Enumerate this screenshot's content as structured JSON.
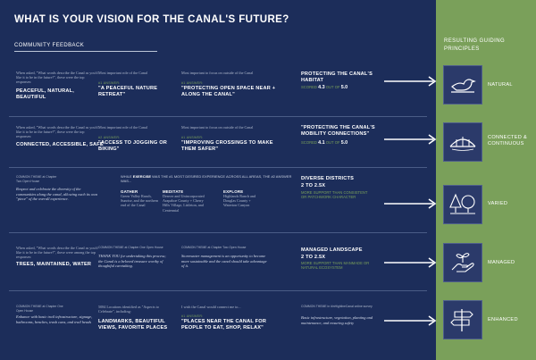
{
  "title": "WHAT IS YOUR VISION FOR THE CANAL'S FUTURE?",
  "community_feedback": "COMMUNITY FEEDBACK",
  "resulting_guiding_principles": "RESULTING GUIDING PRINCIPLES",
  "rows": [
    {
      "principle": "NATURAL",
      "icon": "bird-icon",
      "q1": "When asked, \"What words describe the Canal as you'd like it to be in the future?\", these were the top responses:",
      "a1": "PEACEFUL, NATURAL, BEAUTIFUL",
      "q2": "Most important role of the Canal",
      "lbl2": "#1 ANSWER:",
      "a2": "\"A PEACEFUL NATURE RETREAT\"",
      "q3": "Most important to focus on outside of the Canal",
      "lbl3": "#1 ANSWER:",
      "a3": "\"PROTECTING OPEN SPACE NEAR + ALONG THE CANAL\"",
      "h4": "PROTECTING THE CANAL'S HABITAT",
      "score_prefix": "SCORED",
      "score_value": "4.3",
      "score_mid": "OUT OF",
      "score_max": "5.0"
    },
    {
      "principle": "CONNECTED & CONTINUOUS",
      "icon": "bridge-icon",
      "q1": "When asked, \"What words describe the Canal as you'd like it to be in the future?\", these were the top responses:",
      "a1": "CONNECTED, ACCESSIBLE, SAFE",
      "q2": "Most important role of the Canal",
      "lbl2": "#2 ANSWER:",
      "a2": "\"ACCESS TO JOGGING OR BIKING\"",
      "q3": "Most important to focus on outside of the Canal",
      "lbl3": "#1 ANSWER:",
      "a3": "\"IMPROVING CROSSINGS TO MAKE THEM SAFER\"",
      "h4": "\"PROTECTING THE CANAL'S MOBILITY CONNECTIONS\"",
      "score_prefix": "SCORED",
      "score_value": "4.1",
      "score_mid": "OUT OF",
      "score_max": "5.0"
    },
    {
      "principle": "VARIED",
      "icon": "trees-icon",
      "theme": "COMMON THEME at Chapter Two Open House",
      "it": "Respect and celebrate the diversity of the communities along the canal, allowing each its own \"piece\" of the overall experience.",
      "walk_pre": "WHILE",
      "walk_bold": "EXERCISE",
      "walk_post": "WAS THE #1 MOST DESIRED EXPERIENCE ACROSS ALL AREAS, THE #2 ANSWER WAS...",
      "c1h": "GATHER",
      "c1": "Green Valley Ranch, Sunrise, and the northern end of the Canal",
      "c2h": "MEDITATE",
      "c2": "Denver and Unincorporated Arapahoe County + Cherry Hills Village, Littleton, and Centennial",
      "c3h": "EXPLORE",
      "c3": "Highlands Ranch and Douglas County + Waterton Canyon",
      "h4": "DIVERSE DISTRICTS",
      "m4": "2 TO 2.5X",
      "s4": "MORE SUPPORT THAN CONSISTENT OR PATCHWORK CHARACTER"
    },
    {
      "principle": "MANAGED",
      "icon": "hand-plant-icon",
      "q1": "When asked, \"What words describe the Canal as you'd like it to be in the future?\", these were among the top responses:",
      "a1": "TREES, MAINTAINED, WATER",
      "theme2": "COMMON THEME at Chapter One Open House",
      "it2": "THANK YOU for undertaking this process; the Canal is a beloved treasure worthy of thoughtful caretaking.",
      "theme3": "COMMON THEME at Chapter Two Open House",
      "it3": "Stormwater management is an opportunity to become more sustainable and the canal should take advantage of it.",
      "h4": "MANAGED LANDSCAPE",
      "m4": "2 TO 2.5X",
      "s4": "MORE SUPPORT THAN MANMADE OR NATURAL ECOSYSTEM"
    },
    {
      "principle": "ENHANCED",
      "icon": "signpost-icon",
      "theme1": "COMMON THEME at Chapter One Open House",
      "it1": "Enhance with basic trail infrastructure, signage, bathrooms, benches, trash cans, and trail heads",
      "q2": "5084 Locations identified as \"Aspects to Celebrate\", including:",
      "a2": "LANDMARKS, BEAUTIFUL VIEWS, FAVORITE PLACES",
      "q3": "I wish the Canal would connect me to...",
      "lbl3": "#1 ANSWER:",
      "a3": "\"PLACES NEAR THE CANAL FOR PEOPLE TO EAT, SHOP, RELAX\"",
      "theme4": "COMMON THEME in #inHighlineCanal online survey",
      "it4": "Basic infrastructure, vegetation, planting and maintenance, and ensuring safety"
    }
  ]
}
